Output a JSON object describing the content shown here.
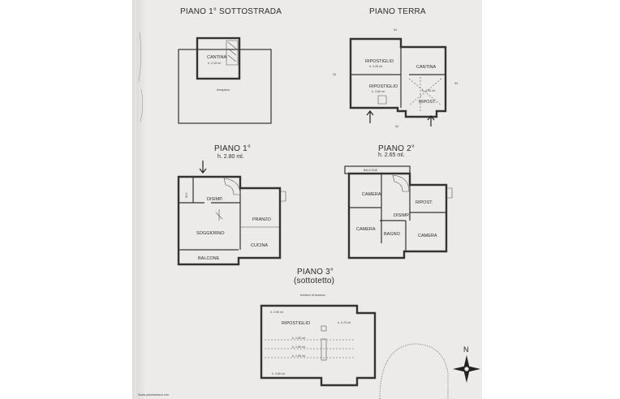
{
  "floors": {
    "basement": {
      "title": "PIANO 1° SOTTOSTRADA",
      "rooms": [
        "CANTINA",
        "terrapieno"
      ],
      "heights": [
        "h. 2.15 ml."
      ]
    },
    "ground": {
      "title": "PIANO TERRA",
      "rooms": [
        "RIPOSTIGLIO",
        "RIPOSTIGLIO",
        "CANTINA",
        "RIPOST."
      ],
      "heights": [
        "h. 3.25 ml.",
        "h. 3.80 ml.",
        "h. 3.05 ml."
      ],
      "dimensions": [
        "54",
        "34",
        "33",
        "54"
      ]
    },
    "first": {
      "title": "PIANO 1°",
      "height": "h. 2.80 ml.",
      "rooms": [
        "W.C.",
        "DISIMP.",
        "PRANZO",
        "SOGGIORNO",
        "CUCINA",
        "BALCONE"
      ]
    },
    "second": {
      "title": "PIANO 2°",
      "height": "h. 2.65 ml.",
      "rooms": [
        "BALCONE",
        "CAMERA",
        "RIPOST.",
        "DISIMP.",
        "CAMERA",
        "BAGNO",
        "CAMERA"
      ]
    },
    "third": {
      "title_line1": "PIANO 3°",
      "title_line2": "(sottotetto)",
      "note": "terrazzo di accesso",
      "rooms": [
        "RIPOSTIGLIO"
      ],
      "heights": [
        "h. 2.90 ml.",
        "h. 0.70 ml.",
        "h. 1.90 ml.",
        "h. 1.90 ml.",
        "h. 1.90 ml.",
        "h. 0.80 ml."
      ]
    }
  },
  "compass": {
    "north_label": "N"
  },
  "footer": {
    "caption": "Scala planimetria in mm"
  },
  "colors": {
    "paper": "#ecebea",
    "ink": "#333333",
    "background": "#ffffff"
  }
}
